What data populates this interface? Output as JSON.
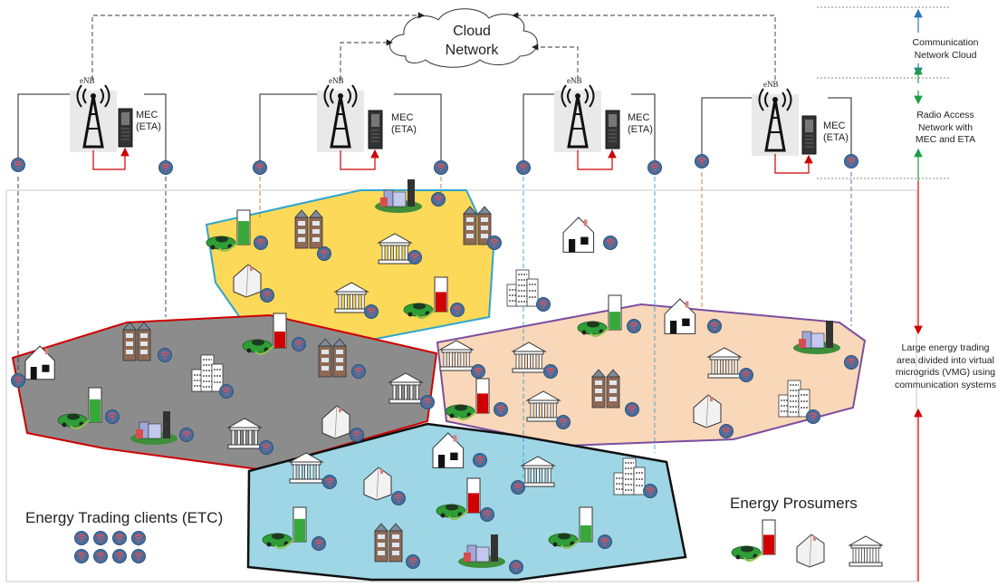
{
  "cloud": {
    "line1": "Cloud",
    "line2": "Network"
  },
  "enb_label": "eNB",
  "mec": {
    "line1": "MEC",
    "line2": "(ETA)"
  },
  "side_labels": {
    "comm": [
      "Communication",
      "Network Cloud"
    ],
    "ran": [
      "Radio Access",
      "Network with",
      "MEC and ETA"
    ],
    "area": [
      "Large energy trading",
      "area divided into virtual",
      "microgrids (VMG) using",
      "communication systems"
    ]
  },
  "legend": {
    "etc": "Energy Trading clients (ETC)",
    "prosumers": "Energy Prosumers"
  },
  "colors": {
    "yellow_grid": "#fcd959",
    "gray_grid": "#8c8c8c",
    "peach_grid": "#f9d7b9",
    "blue_grid": "#9ed6e5",
    "wifi_badge": "#4a6e9c",
    "arrow_blue": "#2e75b6",
    "arrow_green": "#1f9e4a",
    "arrow_red": "#d00000"
  }
}
